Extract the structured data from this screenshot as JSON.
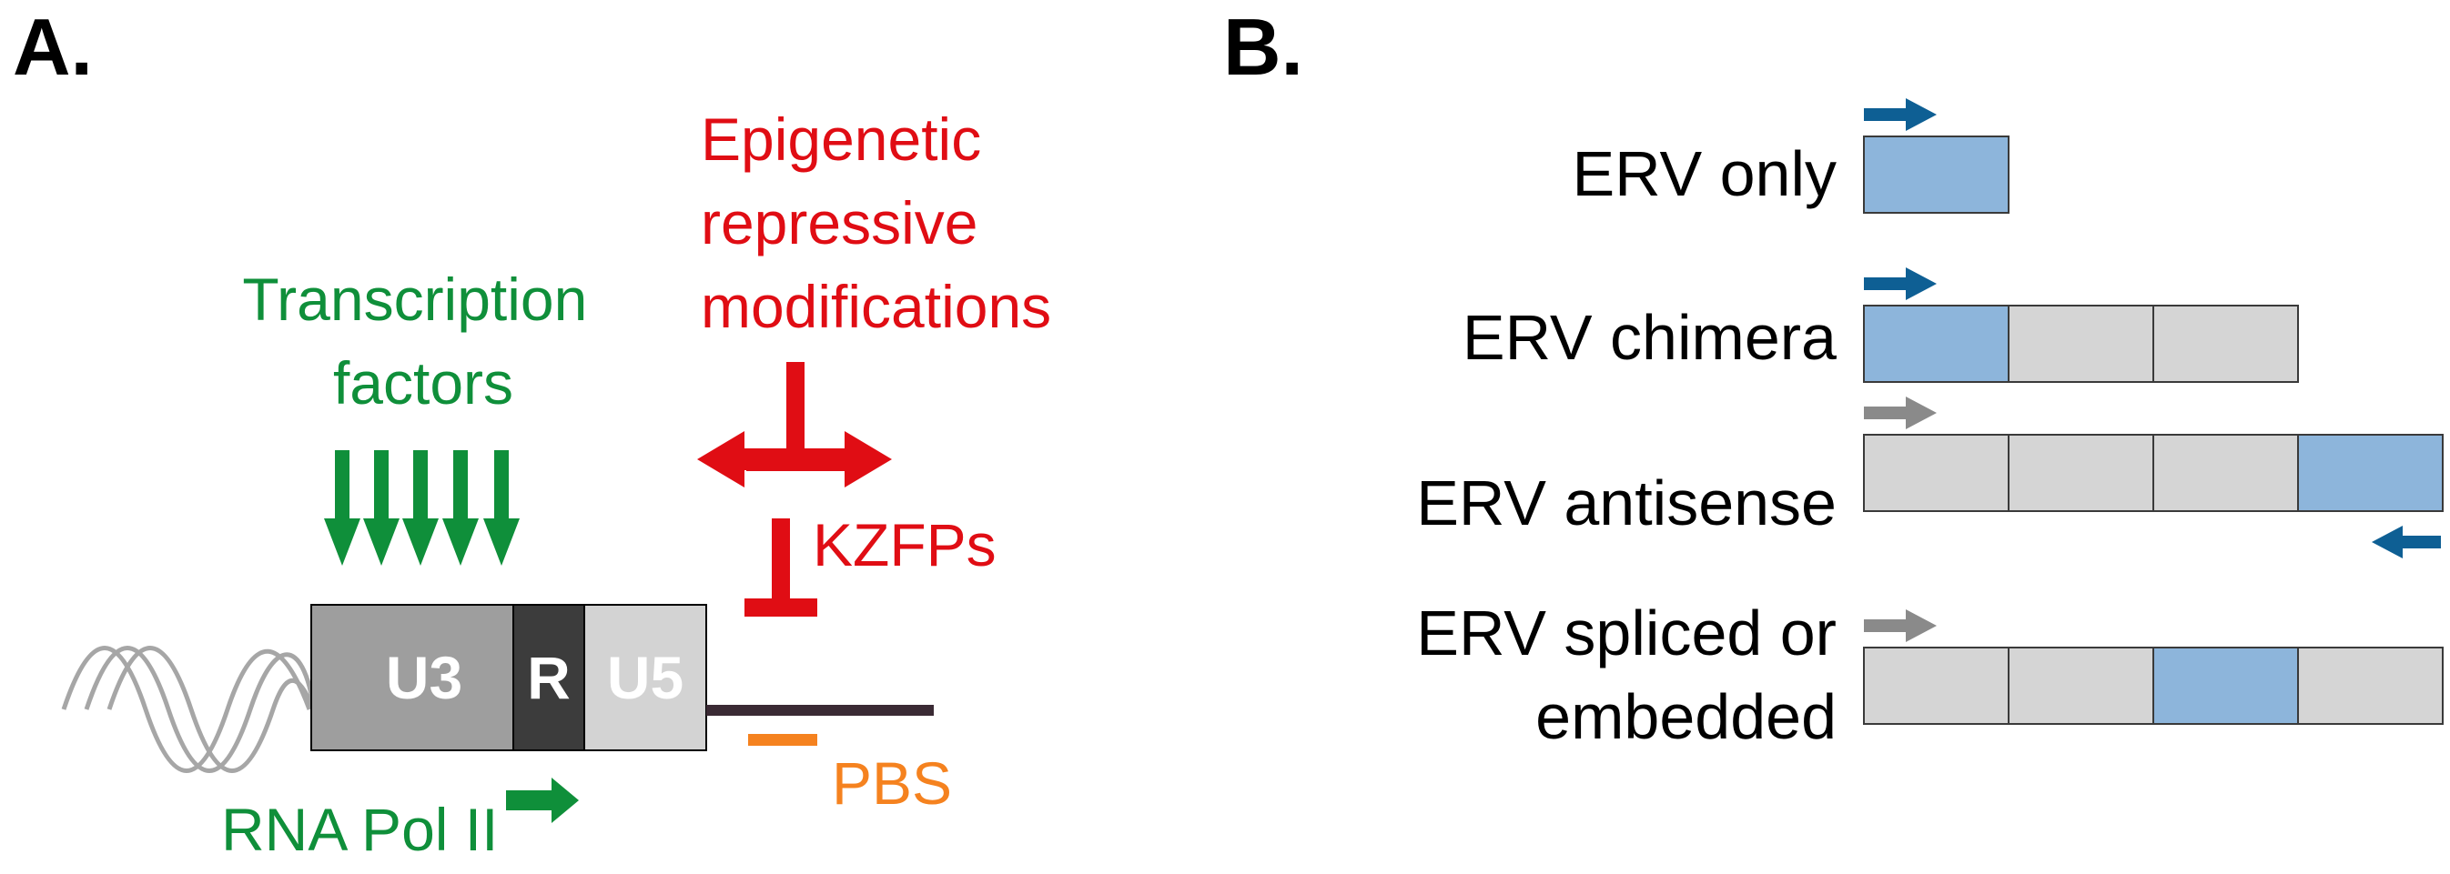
{
  "colors": {
    "green": "#0f8f3a",
    "red": "#e00d14",
    "orange": "#f5821f",
    "u3_fill": "#9e9e9e",
    "r_fill": "#3c3c3c",
    "u5_fill": "#d3d3d3",
    "line": "#3a2a34",
    "wave": "#a6a6a6",
    "blue_segment": "#8db5db",
    "grey_segment": "#d5d5d5",
    "blue_arrow": "#0e5f94",
    "grey_arrow": "#8a8a8a"
  },
  "panel_a": {
    "label": "A.",
    "transcription_factors": [
      "Transcription",
      "factors"
    ],
    "epigenetic": [
      "Epigenetic",
      "repressive",
      "modifications"
    ],
    "kzfps": "KZFPs",
    "u3": "U3",
    "r": "R",
    "u5": "U5",
    "pbs": "PBS",
    "rna_pol": "RNA Pol II"
  },
  "panel_b": {
    "label": "B.",
    "rows": [
      {
        "label": [
          "ERV only"
        ],
        "segments": [
          "blue"
        ],
        "arrow_color": "blue",
        "arrow_direction": "right",
        "reverse_arrow": false
      },
      {
        "label": [
          "ERV chimera"
        ],
        "segments": [
          "blue",
          "grey",
          "grey"
        ],
        "arrow_color": "blue",
        "arrow_direction": "right",
        "reverse_arrow": false
      },
      {
        "label": [
          "ERV antisense"
        ],
        "segments": [
          "grey",
          "grey",
          "grey",
          "blue"
        ],
        "arrow_color": "grey",
        "arrow_direction": "right",
        "reverse_arrow": true
      },
      {
        "label": [
          "ERV spliced or",
          "embedded"
        ],
        "segments": [
          "grey",
          "grey",
          "blue",
          "grey"
        ],
        "arrow_color": "grey",
        "arrow_direction": "right",
        "reverse_arrow": false
      }
    ]
  }
}
